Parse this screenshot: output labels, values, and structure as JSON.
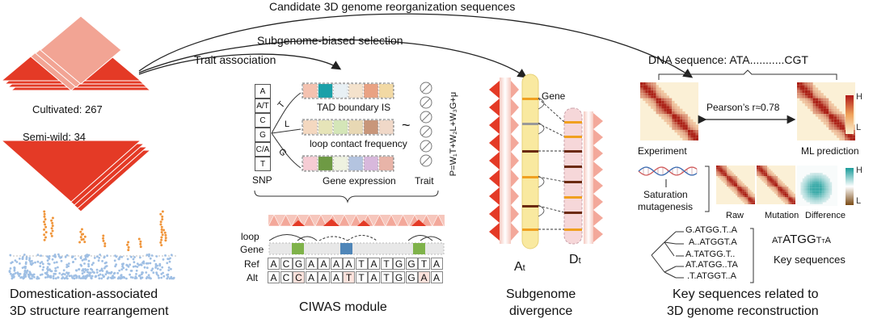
{
  "top_arrows": {
    "candidate": "Candidate 3D genome reorganization sequences",
    "subgenome": "Subgenome-biased selection",
    "trait": "Trait association"
  },
  "left": {
    "cultivated": "Cultivated: 267",
    "semiwild": "Semi-wild: 34",
    "caption1": "Domestication-associated",
    "caption2": "3D structure rearrangement"
  },
  "ciwas": {
    "snp_cells": [
      "A",
      "A/T",
      "C",
      "G",
      "C/A",
      "T"
    ],
    "snp_label": "SNP",
    "branch_letters": [
      "T",
      "L",
      "G"
    ],
    "rows": [
      "TAD boundary IS",
      "loop contact frequency",
      "Gene expression"
    ],
    "tilde": "~",
    "trait_label": "Trait",
    "formula": "P=W₁T+W₂L+W₃G+μ",
    "loop_label": "loop",
    "gene_label": "Gene",
    "ref_label": "Ref",
    "alt_label": "Alt",
    "ref_seq": [
      "A",
      "C",
      "G",
      "A",
      "A",
      "A",
      "A",
      "T",
      "A",
      "T",
      "G",
      "G",
      "T",
      "A"
    ],
    "alt_seq": [
      "A",
      "C",
      "C",
      "A",
      "A",
      "A",
      "T",
      "T",
      "A",
      "T",
      "G",
      "G",
      "A",
      "A"
    ],
    "caption": "CIWAS module",
    "colors": {
      "row1": [
        "#f4c2b0",
        "#1aa0a8",
        "#e8f0f4",
        "#f4e2cc",
        "#e9a283",
        "#f2d9a4"
      ],
      "row2": [
        "#f4d8c0",
        "#e6e4b8",
        "#d4e6b8",
        "#e8d8b4",
        "#c8967a",
        "#f0d8c8"
      ],
      "row3": [
        "#f6ccd4",
        "#6e9a44",
        "#eef2e0",
        "#b4c4e0",
        "#d8b8dc",
        "#e8b4a8"
      ]
    }
  },
  "middle": {
    "gene_label": "Gene",
    "at_label": "A",
    "at_sub": "t",
    "dt_label": "D",
    "dt_sub": "t",
    "caption1": "Subgenome",
    "caption2": "divergence"
  },
  "right": {
    "dna_prefix": "DNA sequence:",
    "dna_seq": "ATA...........CGT",
    "pearson": "Pearson’s r≈0.78",
    "experiment": "Experiment",
    "ml_prediction": "ML prediction",
    "colorbar_high": "H",
    "colorbar_low": "L",
    "saturation1": "Saturation",
    "saturation2": "mutagenesis",
    "raw": "Raw",
    "mutation": "Mutation",
    "difference": "Difference",
    "key_seqs": [
      "G.ATGG.T..A",
      "A..ATGGT.A",
      "A.TATGG.T..",
      "AT.ATGG..TA",
      ".T.ATGGT..A"
    ],
    "motif_pre": "AT",
    "motif_core": "ATGG",
    "motif_post1": "T",
    "motif_post2": "T",
    "motif_post3": "A",
    "key_label": "Key sequences",
    "caption1": "Key sequences related to",
    "caption2": "3D genome reconstruction"
  }
}
